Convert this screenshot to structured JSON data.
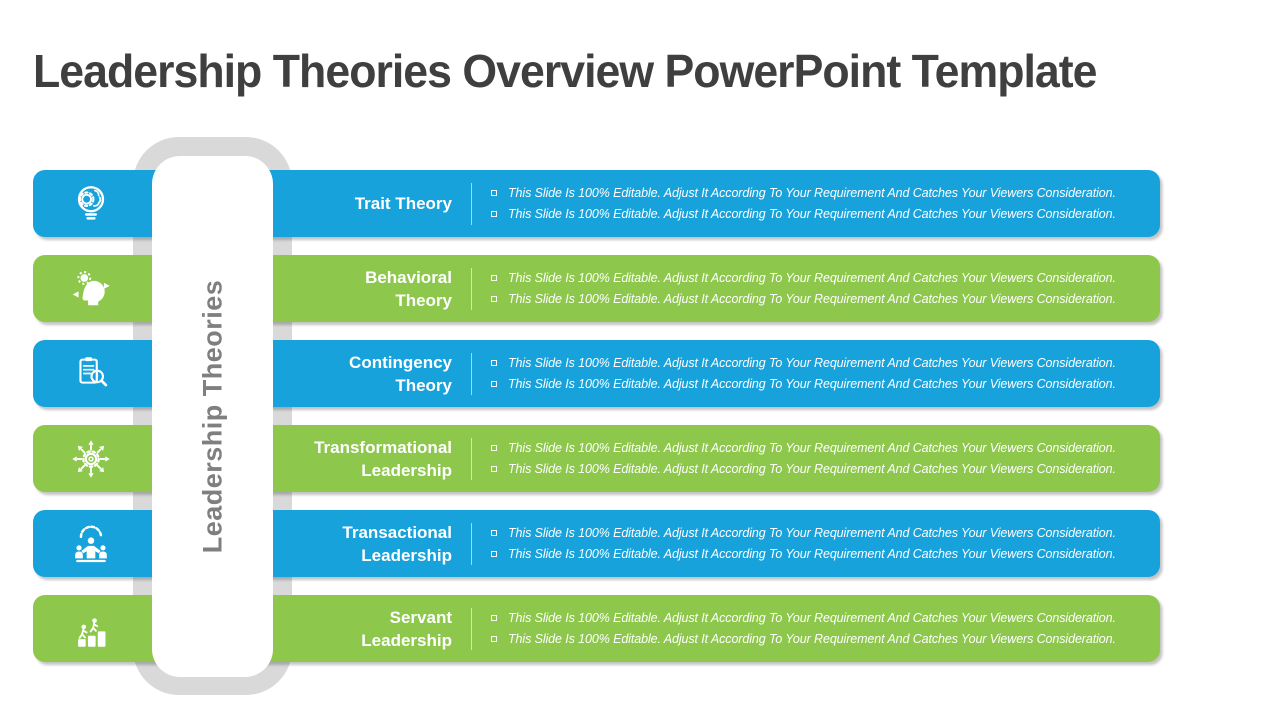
{
  "title": "Leadership Theories Overview PowerPoint Template",
  "center_label": "Leadership Theories",
  "colors": {
    "blue": "#17a2dc",
    "green": "#8dc84c",
    "capsule_ring_gray": "#d9d9d9",
    "capsule_text_gray": "#7f7f7f",
    "title_gray": "#3f3f3f",
    "row_text": "#ffffff"
  },
  "rows": [
    {
      "label": "Trait Theory",
      "color": "blue",
      "icon": "bulb-gear-brain-icon",
      "bullets": [
        "This Slide Is 100% Editable. Adjust It According To Your Requirement And Catches Your Viewers Consideration.",
        "This Slide Is 100% Editable. Adjust It According To Your Requirement And Catches Your Viewers Consideration."
      ]
    },
    {
      "label": "Behavioral Theory",
      "color": "green",
      "icon": "head-gear-arrows-icon",
      "bullets": [
        "This Slide Is 100% Editable. Adjust It According To Your Requirement And Catches Your Viewers Consideration.",
        "This Slide Is 100% Editable. Adjust It According To Your Requirement And Catches Your Viewers Consideration."
      ]
    },
    {
      "label": "Contingency Theory",
      "color": "blue",
      "icon": "document-magnifier-icon",
      "bullets": [
        "This Slide Is 100% Editable. Adjust It According To Your Requirement And Catches Your Viewers Consideration.",
        "This Slide Is 100% Editable. Adjust It According To Your Requirement And Catches Your Viewers Consideration."
      ]
    },
    {
      "label": "Transformational Leadership",
      "color": "green",
      "icon": "gear-radiating-arrows-icon",
      "bullets": [
        "This Slide Is 100% Editable. Adjust It According To Your Requirement And Catches Your Viewers Consideration.",
        "This Slide Is 100% Editable. Adjust It According To Your Requirement And Catches Your Viewers Consideration."
      ]
    },
    {
      "label": "Transactional Leadership",
      "color": "blue",
      "icon": "team-leader-gear-icon",
      "bullets": [
        "This Slide Is 100% Editable. Adjust It According To Your Requirement And Catches Your Viewers Consideration.",
        "This Slide Is 100% Editable. Adjust It According To Your Requirement And Catches Your Viewers Consideration."
      ]
    },
    {
      "label": "Servant Leadership",
      "color": "green",
      "icon": "figures-climbing-steps-icon",
      "bullets": [
        "This Slide Is 100% Editable. Adjust It According To Your Requirement And Catches Your Viewers Consideration.",
        "This Slide Is 100% Editable. Adjust It According To Your Requirement And Catches Your Viewers Consideration."
      ]
    }
  ]
}
